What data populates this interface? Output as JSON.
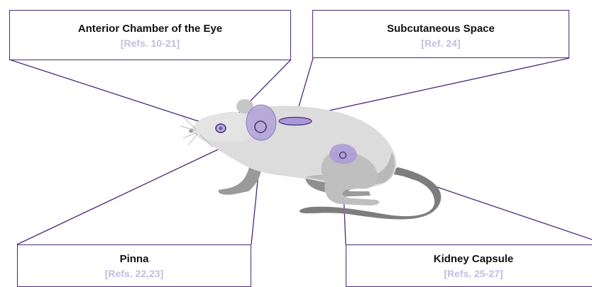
{
  "labels": {
    "eye": {
      "title": "Anterior Chamber of the Eye",
      "refs": "[Refs. 10-21]"
    },
    "subcutaneous": {
      "title": "Subcutaneous Space",
      "refs": "[Ref. 24]"
    },
    "pinna": {
      "title": "Pinna",
      "refs": "[Refs. 22,23]"
    },
    "kidney": {
      "title": "Kidney Capsule",
      "refs": "[Refs. 25-27]"
    }
  },
  "colors": {
    "line": "#4b2a7b",
    "highlight": "#a99ad6",
    "refs_text": "#c3bde0",
    "mouse_body": "#dcdcdc",
    "mouse_shadow": "#9a9a9a",
    "tail": "#7d7d7d"
  }
}
